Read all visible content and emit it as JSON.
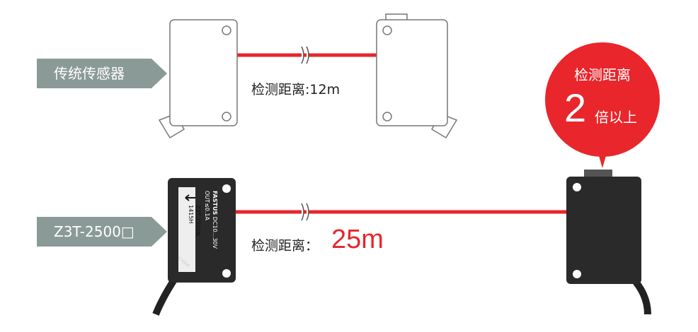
{
  "traditional": {
    "label": "传统传感器",
    "distance_label": "检测距离",
    "distance_value": "12m"
  },
  "product": {
    "label": "Z3T-2500□",
    "distance_label": "检测距离：",
    "distance_value": "25m",
    "sensor_label": {
      "brand": "FASTUS",
      "spec1": "DC10...30V",
      "spec2": "OUT≤0.1A",
      "model": "Z3T-2500N",
      "lot": "1415H",
      "origin": "CHINA"
    }
  },
  "callout": {
    "title": "检测距离",
    "multiplier": "2",
    "suffix": "倍以上"
  },
  "colors": {
    "accent": "#e8262b",
    "tag": "#8a9a97",
    "sensor_dark": "#2a2a2a"
  }
}
